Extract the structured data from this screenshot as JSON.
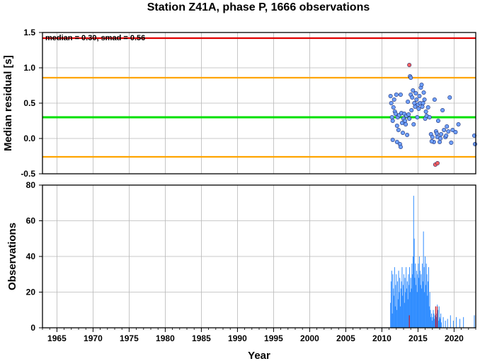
{
  "chart_data": [
    {
      "type": "scatter",
      "title": "Station Z41A, phase P, 1666 observations",
      "xlabel": "",
      "ylabel": "Median residual [s]",
      "xlim": [
        1963,
        2023
      ],
      "ylim": [
        -0.5,
        1.5
      ],
      "yticks": [
        "-0.5",
        "0.0",
        "0.5",
        "1.0",
        "1.5"
      ],
      "grid": true,
      "annotation": "median = 0.30, smad = 0.56",
      "reference_lines": [
        {
          "name": "median",
          "value": 0.3,
          "color": "#00e000"
        },
        {
          "name": "upper",
          "value": 0.86,
          "color": "#ffa500"
        },
        {
          "name": "lower",
          "value": -0.26,
          "color": "#ffa500"
        },
        {
          "name": "limit",
          "value": 1.42,
          "color": "#e00000"
        }
      ],
      "series": [
        {
          "color": "#6fa0ff",
          "points": [
            [
              2011.2,
              0.6
            ],
            [
              2011.3,
              0.5
            ],
            [
              2011.4,
              0.3
            ],
            [
              2011.5,
              0.25
            ],
            [
              2011.5,
              -0.02
            ],
            [
              2011.6,
              0.44
            ],
            [
              2011.7,
              0.55
            ],
            [
              2011.8,
              0.38
            ],
            [
              2011.9,
              0.35
            ],
            [
              2012.0,
              0.62
            ],
            [
              2012.1,
              0.18
            ],
            [
              2012.1,
              -0.05
            ],
            [
              2012.2,
              0.3
            ],
            [
              2012.3,
              0.12
            ],
            [
              2012.4,
              0.33
            ],
            [
              2012.5,
              -0.08
            ],
            [
              2012.6,
              0.62
            ],
            [
              2012.6,
              -0.12
            ],
            [
              2012.7,
              0.36
            ],
            [
              2012.8,
              0.22
            ],
            [
              2012.9,
              0.08
            ],
            [
              2013.0,
              0.28
            ],
            [
              2013.1,
              0.35
            ],
            [
              2013.2,
              0.25
            ],
            [
              2013.3,
              0.2
            ],
            [
              2013.4,
              0.32
            ],
            [
              2013.5,
              0.05
            ],
            [
              2013.6,
              0.52
            ],
            [
              2013.7,
              0.34
            ],
            [
              2013.8,
              0.28
            ],
            [
              2013.9,
              0.88
            ],
            [
              2014.0,
              0.86
            ],
            [
              2014.0,
              0.62
            ],
            [
              2014.1,
              0.4
            ],
            [
              2014.2,
              0.58
            ],
            [
              2014.3,
              0.68
            ],
            [
              2014.4,
              0.2
            ],
            [
              2014.5,
              0.5
            ],
            [
              2014.6,
              0.45
            ],
            [
              2014.7,
              0.64
            ],
            [
              2014.8,
              0.55
            ],
            [
              2014.9,
              0.3
            ],
            [
              2015.0,
              0.48
            ],
            [
              2015.1,
              0.42
            ],
            [
              2015.2,
              0.6
            ],
            [
              2015.3,
              0.5
            ],
            [
              2015.4,
              0.72
            ],
            [
              2015.5,
              0.76
            ],
            [
              2015.6,
              0.45
            ],
            [
              2015.7,
              0.5
            ],
            [
              2015.8,
              0.65
            ],
            [
              2015.9,
              0.55
            ],
            [
              2016.0,
              0.28
            ],
            [
              2016.1,
              0.38
            ],
            [
              2016.2,
              0.32
            ],
            [
              2016.4,
              0.44
            ],
            [
              2016.6,
              0.3
            ],
            [
              2016.8,
              0.06
            ],
            [
              2017.0,
              0.02
            ],
            [
              2017.2,
              -0.05
            ],
            [
              2017.3,
              0.55
            ],
            [
              2017.5,
              0.1
            ],
            [
              2017.7,
              0.02
            ],
            [
              2017.8,
              0.25
            ],
            [
              2018.0,
              -0.05
            ],
            [
              2018.2,
              0.06
            ],
            [
              2018.4,
              0.4
            ],
            [
              2018.6,
              0.12
            ],
            [
              2018.8,
              0.02
            ],
            [
              2019.0,
              0.17
            ],
            [
              2019.2,
              0.1
            ],
            [
              2019.4,
              0.58
            ],
            [
              2019.6,
              -0.06
            ],
            [
              2020.2,
              0.09
            ],
            [
              2020.6,
              0.2
            ],
            [
              2022.8,
              0.04
            ],
            [
              2022.9,
              -0.08
            ],
            [
              2016.9,
              -0.04
            ],
            [
              2017.6,
              0.07
            ],
            [
              2018.1,
              0.0
            ],
            [
              2018.9,
              0.04
            ],
            [
              2019.8,
              0.12
            ]
          ]
        },
        {
          "color": "#ff6060",
          "points": [
            [
              2013.8,
              1.04
            ],
            [
              2017.4,
              -0.37
            ],
            [
              2017.7,
              -0.35
            ]
          ]
        }
      ]
    },
    {
      "type": "bar",
      "title": "",
      "xlabel": "Year",
      "ylabel": "Observations",
      "xlim": [
        1963,
        2023
      ],
      "ylim": [
        0,
        80
      ],
      "xticks": [
        "1965",
        "1970",
        "1975",
        "1980",
        "1985",
        "1990",
        "1995",
        "2000",
        "2005",
        "2010",
        "2015",
        "2020"
      ],
      "yticks": [
        "0",
        "20",
        "40",
        "60",
        "80"
      ],
      "grid": true,
      "series": [
        {
          "color": "#2f8cff",
          "bars": [
            [
              2011.2,
              14
            ],
            [
              2011.28,
              26
            ],
            [
              2011.36,
              32
            ],
            [
              2011.44,
              8
            ],
            [
              2011.52,
              30
            ],
            [
              2011.6,
              22
            ],
            [
              2011.68,
              18
            ],
            [
              2011.76,
              34
            ],
            [
              2011.84,
              12
            ],
            [
              2011.92,
              24
            ],
            [
              2012.0,
              30
            ],
            [
              2012.08,
              10
            ],
            [
              2012.16,
              26
            ],
            [
              2012.24,
              16
            ],
            [
              2012.32,
              32
            ],
            [
              2012.4,
              20
            ],
            [
              2012.48,
              28
            ],
            [
              2012.56,
              12
            ],
            [
              2012.64,
              22
            ],
            [
              2012.72,
              26
            ],
            [
              2012.8,
              34
            ],
            [
              2012.88,
              18
            ],
            [
              2012.96,
              24
            ],
            [
              2013.04,
              30
            ],
            [
              2013.12,
              14
            ],
            [
              2013.2,
              28
            ],
            [
              2013.28,
              20
            ],
            [
              2013.36,
              34
            ],
            [
              2013.44,
              22
            ],
            [
              2013.52,
              26
            ],
            [
              2013.6,
              16
            ],
            [
              2013.68,
              30
            ],
            [
              2013.76,
              24
            ],
            [
              2013.84,
              34
            ],
            [
              2013.92,
              20
            ],
            [
              2014.0,
              28
            ],
            [
              2014.08,
              22
            ],
            [
              2014.16,
              36
            ],
            [
              2014.24,
              30
            ],
            [
              2014.32,
              40
            ],
            [
              2014.4,
              74
            ],
            [
              2014.48,
              50
            ],
            [
              2014.56,
              28
            ],
            [
              2014.64,
              36
            ],
            [
              2014.72,
              24
            ],
            [
              2014.8,
              32
            ],
            [
              2014.88,
              20
            ],
            [
              2014.96,
              30
            ],
            [
              2015.04,
              36
            ],
            [
              2015.12,
              28
            ],
            [
              2015.2,
              40
            ],
            [
              2015.28,
              32
            ],
            [
              2015.36,
              24
            ],
            [
              2015.44,
              30
            ],
            [
              2015.52,
              22
            ],
            [
              2015.6,
              36
            ],
            [
              2015.68,
              26
            ],
            [
              2015.76,
              54
            ],
            [
              2015.84,
              34
            ],
            [
              2015.92,
              20
            ],
            [
              2016.0,
              40
            ],
            [
              2016.08,
              24
            ],
            [
              2016.16,
              36
            ],
            [
              2016.24,
              30
            ],
            [
              2016.32,
              18
            ],
            [
              2016.4,
              26
            ],
            [
              2016.48,
              34
            ],
            [
              2016.56,
              12
            ],
            [
              2016.64,
              20
            ],
            [
              2016.72,
              10
            ],
            [
              2016.8,
              6
            ],
            [
              2016.88,
              8
            ],
            [
              2016.96,
              4
            ],
            [
              2017.04,
              6
            ],
            [
              2017.12,
              10
            ],
            [
              2017.2,
              8
            ],
            [
              2017.28,
              5
            ],
            [
              2017.36,
              7
            ],
            [
              2017.44,
              12
            ],
            [
              2017.52,
              6
            ],
            [
              2017.6,
              8
            ],
            [
              2017.68,
              13
            ],
            [
              2017.76,
              10
            ],
            [
              2017.84,
              4
            ],
            [
              2017.92,
              12
            ],
            [
              2018.0,
              6
            ],
            [
              2018.08,
              5
            ],
            [
              2018.16,
              8
            ],
            [
              2018.24,
              3
            ],
            [
              2018.5,
              6
            ],
            [
              2018.8,
              4
            ],
            [
              2019.1,
              5
            ],
            [
              2019.5,
              7
            ],
            [
              2019.9,
              4
            ],
            [
              2020.3,
              6
            ],
            [
              2020.8,
              5
            ],
            [
              2021.3,
              6
            ],
            [
              2022.8,
              7
            ]
          ]
        },
        {
          "color": "#e00000",
          "bars": [
            [
              2013.8,
              7
            ],
            [
              2017.45,
              12
            ],
            [
              2017.65,
              12
            ]
          ]
        }
      ]
    }
  ]
}
